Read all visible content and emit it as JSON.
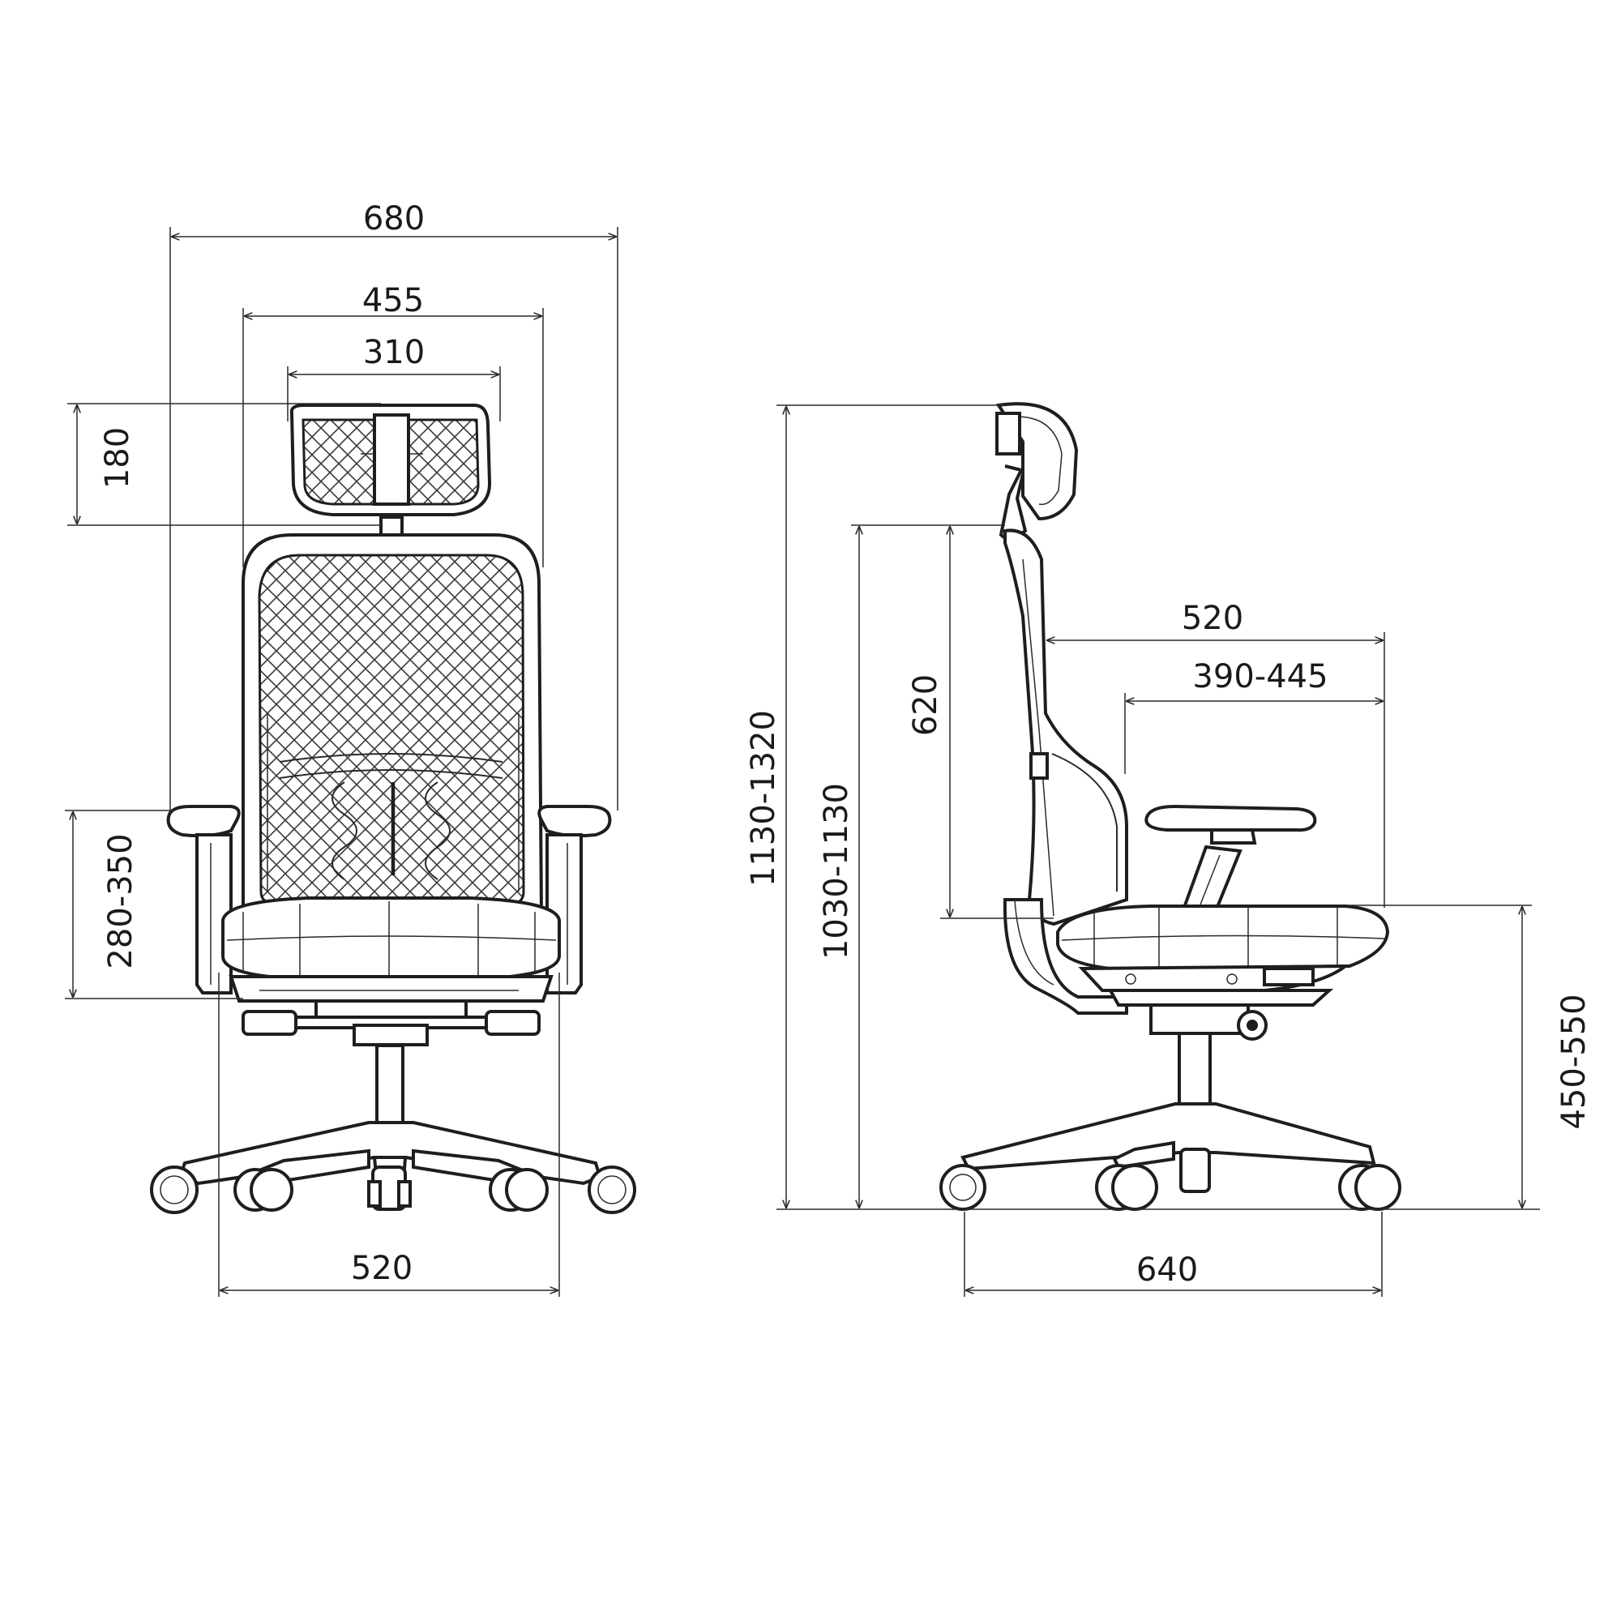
{
  "front_view": {
    "overall_width": "680",
    "backrest_width": "455",
    "headrest_width": "310",
    "headrest_height": "180",
    "armrest_height": "280-350",
    "base_width": "520"
  },
  "side_view": {
    "overall_height": "1130-1320",
    "height_without_headrest": "1030-1130",
    "backrest_height": "620",
    "seat_depth": "520",
    "seat_depth_adjust": "390-445",
    "seat_height": "450-550",
    "base_depth": "640"
  }
}
